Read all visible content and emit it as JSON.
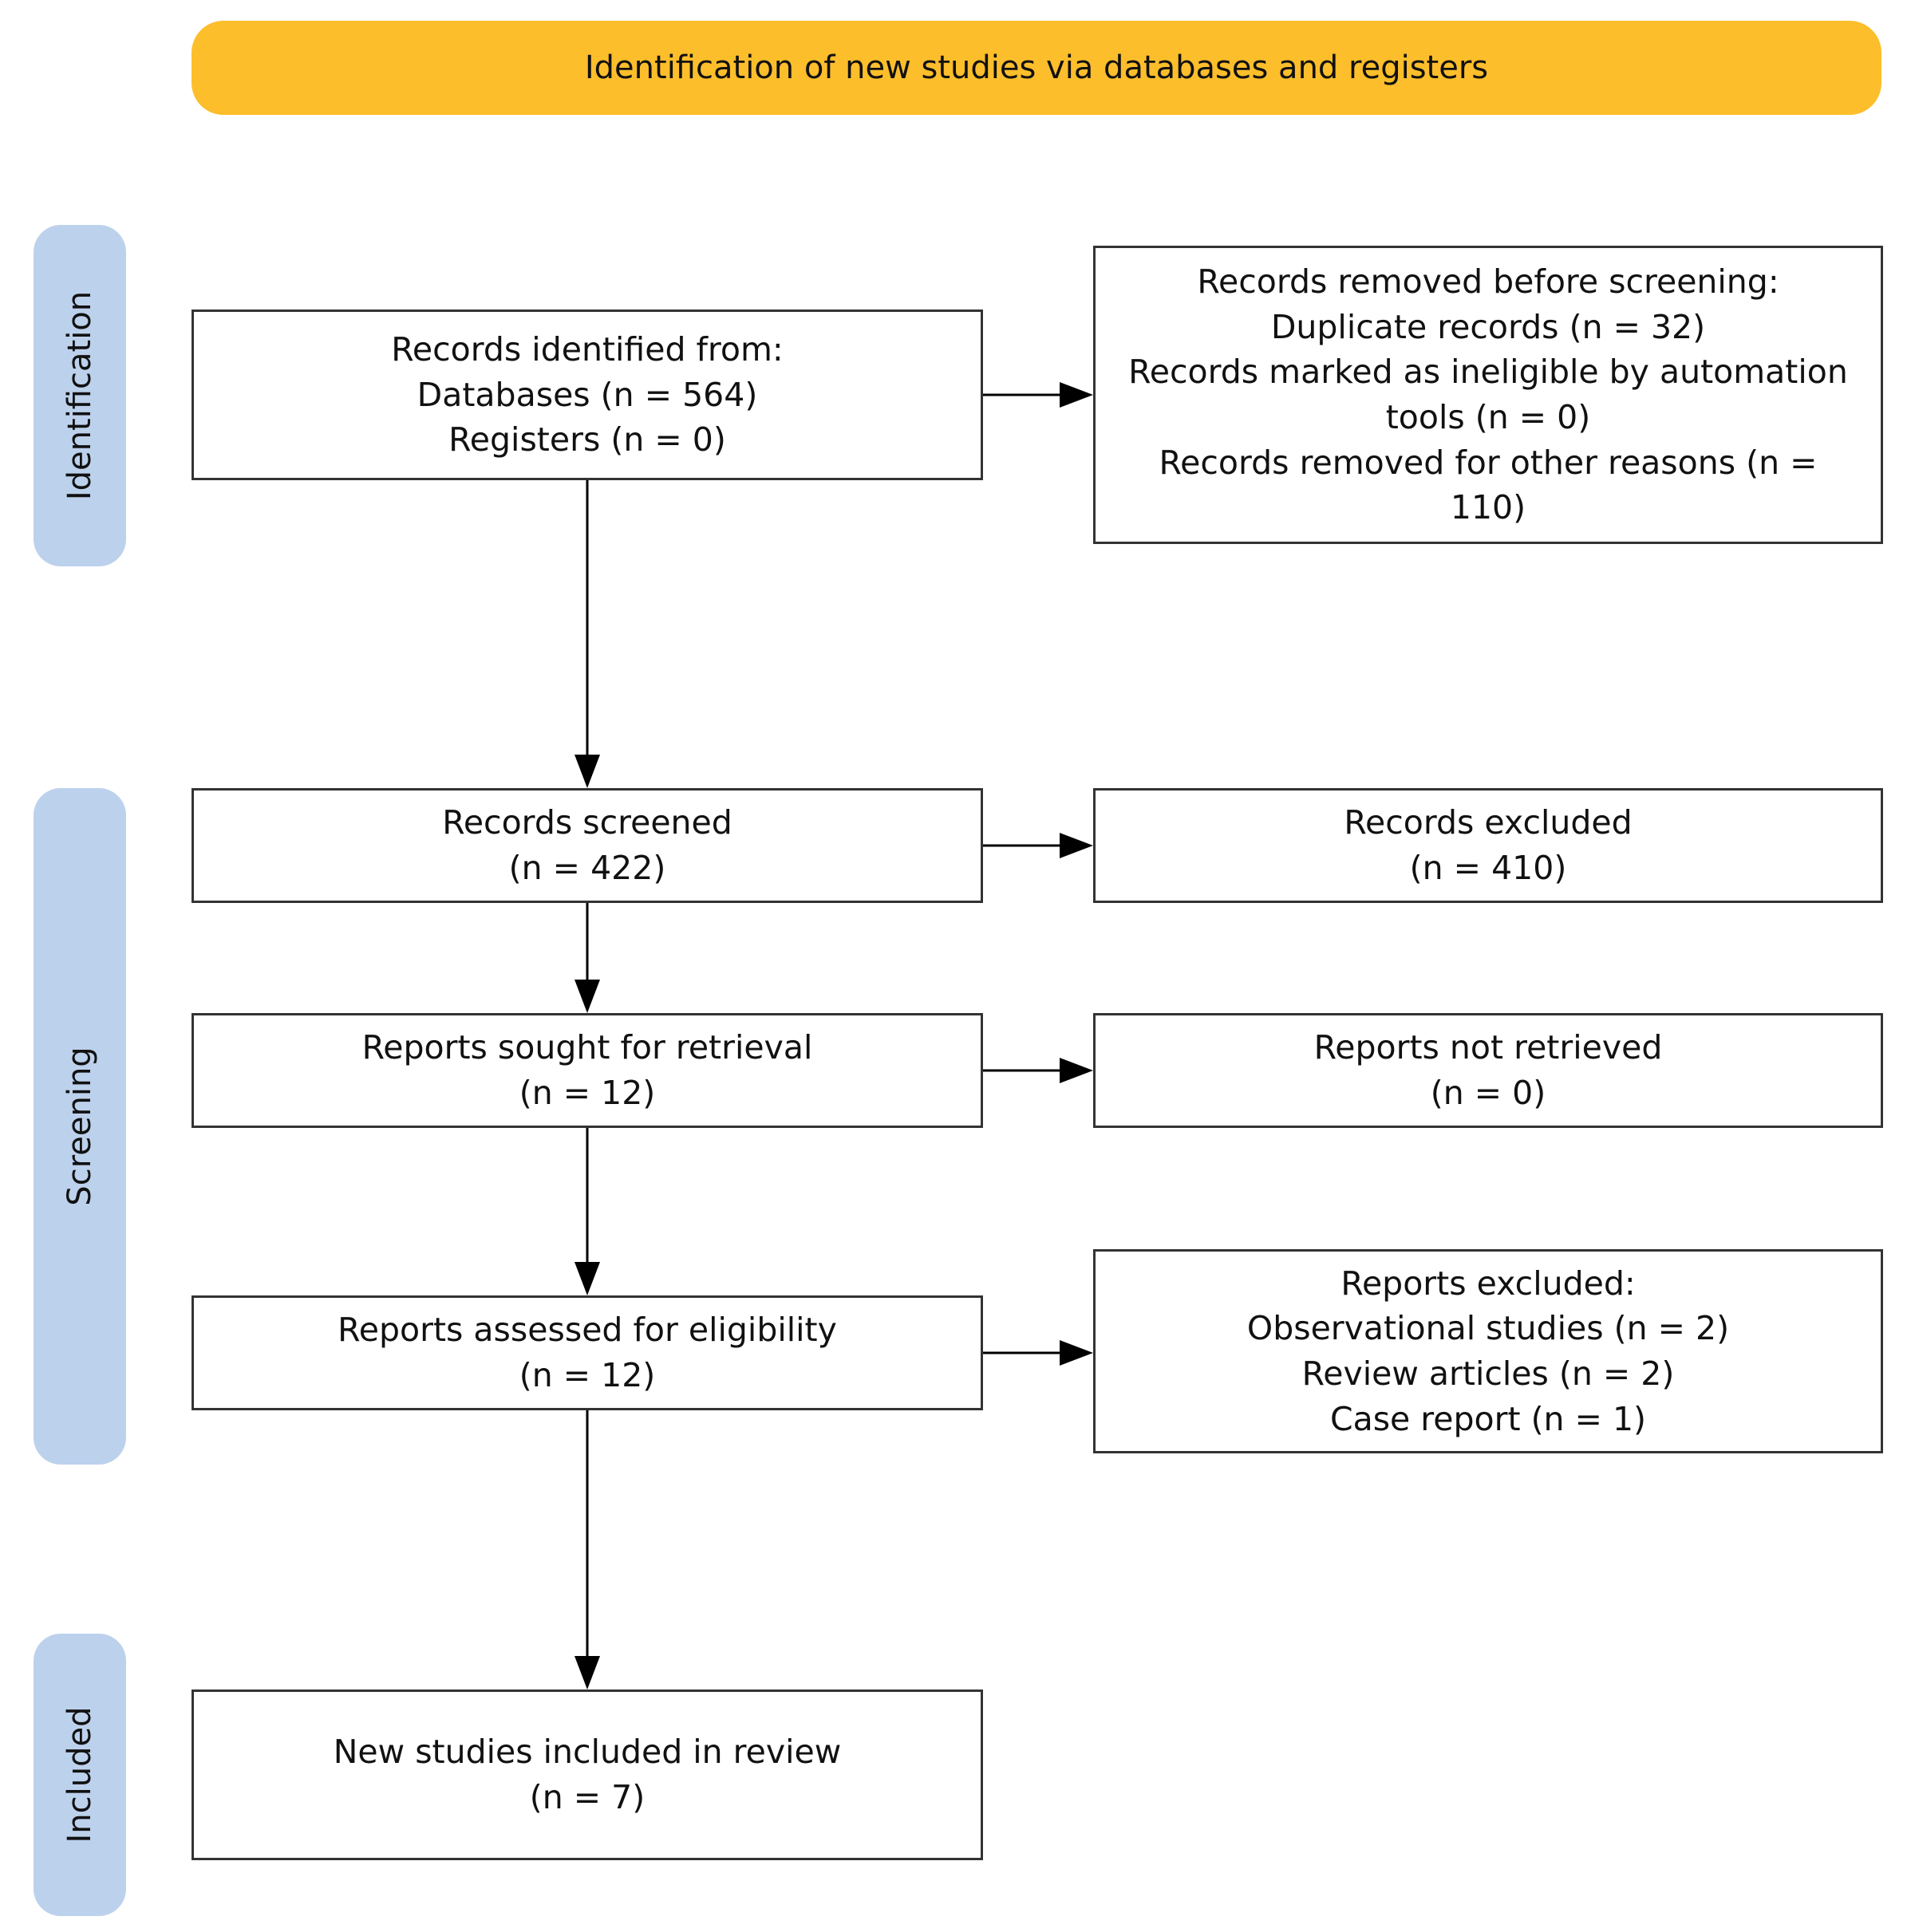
{
  "header": {
    "title": "Identification of new studies via databases and registers"
  },
  "phases": {
    "identification": "Identification",
    "screening": "Screening",
    "included": "Included"
  },
  "records_identified": {
    "lines": [
      "Records identified from:",
      "Databases (n = 564)",
      "Registers (n = 0)"
    ]
  },
  "records_removed": {
    "lines": [
      "Records removed before screening:",
      "Duplicate records (n = 32)",
      "Records marked as ineligible by automation",
      "tools (n = 0)",
      "Records removed for other reasons (n =",
      "110)"
    ]
  },
  "records_screened": {
    "lines": [
      "Records screened",
      "(n = 422)"
    ]
  },
  "records_excluded": {
    "lines": [
      "Records excluded",
      "(n = 410)"
    ]
  },
  "reports_sought": {
    "lines": [
      "Reports sought for retrieval",
      "(n = 12)"
    ]
  },
  "reports_not_retrieved": {
    "lines": [
      "Reports not retrieved",
      "(n = 0)"
    ]
  },
  "reports_assessed": {
    "lines": [
      "Reports assessed for eligibility",
      "(n = 12)"
    ]
  },
  "reports_excluded": {
    "lines": [
      "Reports excluded:",
      "Observational studies (n = 2)",
      "Review articles (n = 2)",
      "Case report (n = 1)"
    ]
  },
  "studies_included": {
    "lines": [
      "New studies included in review",
      "(n = 7)"
    ]
  }
}
